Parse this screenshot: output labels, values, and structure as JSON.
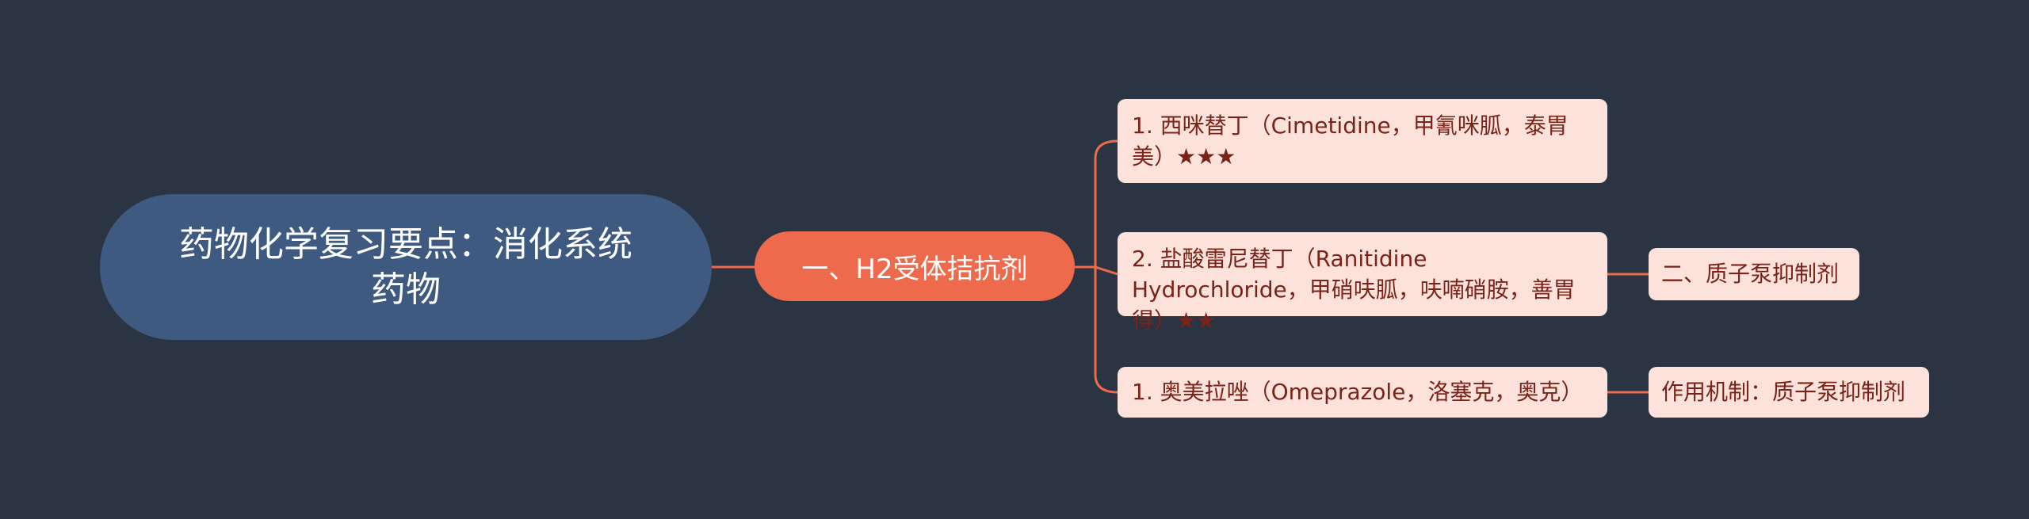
{
  "mindmap": {
    "root": {
      "label": "药物化学复习要点：消化系统药物"
    },
    "branch": {
      "label": "一、H2受体拮抗剂"
    },
    "children": [
      {
        "label": "1. 西咪替丁（Cimetidine，甲氰咪胍，泰胃美）★★★"
      },
      {
        "label": "2. 盐酸雷尼替丁（Ranitidine Hydrochloride，甲硝呋胍，呋喃硝胺，善胃得）★★",
        "child": {
          "label": "二、质子泵抑制剂"
        }
      },
      {
        "label": "1. 奥美拉唑（Omeprazole，洛塞克，奥克）",
        "child": {
          "label": "作用机制：质子泵抑制剂"
        }
      }
    ]
  },
  "colors": {
    "background": "#2b3442",
    "root_fill": "#3e5a80",
    "branch_fill": "#ee6a4c",
    "leaf_fill": "#fde2dc",
    "leaf_text": "#7a2319",
    "connector": "#ee6a4c"
  }
}
